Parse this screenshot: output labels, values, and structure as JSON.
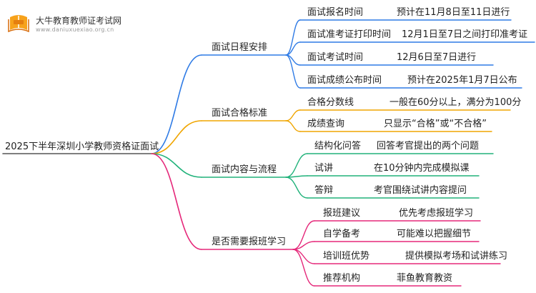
{
  "brand": {
    "name": "大牛教育教师证考试网",
    "url": "www.daniuxuexiao.org.cn"
  },
  "colors": {
    "branch1": "#2f7be5",
    "branch2": "#f0a500",
    "branch3": "#20b27a",
    "branch4": "#e5287a",
    "root_line": "#555555"
  },
  "root": "2025下半年深圳小学教师资格证面试",
  "branches": [
    {
      "label": "面试日程安排",
      "items": [
        {
          "label": "面试报名时间",
          "value": "预计在11月8日至11日进行"
        },
        {
          "label": "面试准考证打印时间",
          "value": "12月1日至7日之间打印准考证"
        },
        {
          "label": "面试考试时间",
          "value": "12月6日至7日进行"
        },
        {
          "label": "面试成绩公布时间",
          "value": "预计在2025年1月7日公布"
        }
      ]
    },
    {
      "label": "面试合格标准",
      "items": [
        {
          "label": "合格分数线",
          "value": "一般在60分以上，满分为100分"
        },
        {
          "label": "成绩查询",
          "value": "只显示“合格”或“不合格”"
        }
      ]
    },
    {
      "label": "面试内容与流程",
      "items": [
        {
          "label": "结构化问答",
          "value": "回答考官提出的两个问题"
        },
        {
          "label": "试讲",
          "value": "在10分钟内完成模拟课"
        },
        {
          "label": "答辩",
          "value": "考官围绕试讲内容提问"
        }
      ]
    },
    {
      "label": "是否需要报班学习",
      "items": [
        {
          "label": "报班建议",
          "value": "优先考虑报班学习"
        },
        {
          "label": "自学备考",
          "value": "可能难以把握细节"
        },
        {
          "label": "培训班优势",
          "value": "提供模拟考场和试讲练习"
        },
        {
          "label": "推荐机构",
          "value": "菲鱼教育教资"
        }
      ]
    }
  ]
}
